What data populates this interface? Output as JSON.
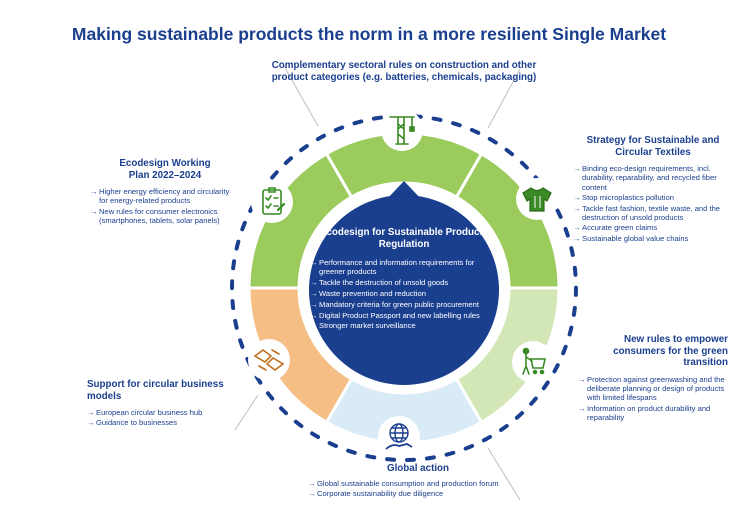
{
  "title": "Making sustainable products the norm in a more resilient Single Market",
  "colors": {
    "navy": "#1b3f8f",
    "green": "#9ccb5d",
    "light_green": "#d2e6b6",
    "orange": "#f5be84",
    "light_blue": "#d8ebf7",
    "icon_bg": "#ffffff",
    "icon_fg": "#3a8a25"
  },
  "center": {
    "heading": "Ecodesign for Sustainable Products Regulation",
    "items": [
      "Performance and information requirements for greener products",
      "Tackle the destruction of unsold goods",
      "Waste prevention and reduction",
      "Mandatory criteria for green public procurement",
      "Digital Product Passport and new labelling rules",
      "Stronger market surveillance"
    ]
  },
  "sections": {
    "top": {
      "heading": "Complementary sectoral rules on construction and other product categories (e.g. batteries, chemicals, packaging)",
      "icon": "construction-crane-icon"
    },
    "top_right": {
      "heading": "Strategy for Sustainable and Circular Textiles",
      "icon": "t-shirt-icon",
      "items": [
        "Binding eco-design requirements, incl. durability, reparability, and recycled fiber content",
        "Stop microplastics pollution",
        "Tackle fast fashion, textile waste, and the destruction of unsold products",
        "Accurate green claims",
        "Sustainable global value chains"
      ]
    },
    "top_left": {
      "heading": "Ecodesign Working Plan 2022–2024",
      "icon": "checklist-icon",
      "items": [
        "Higher energy efficiency and circularity for energy-related products",
        "New rules for consumer electronics (smartphones, tablets, solar panels)"
      ]
    },
    "bottom_right": {
      "heading": "New rules to empower consumers for the green transition",
      "icon": "shopping-cart-person-icon",
      "items": [
        "Protection against greenwashing and the deliberate planning or design of products with limited lifespans",
        "Information on product durability and reparability"
      ]
    },
    "bottom_left": {
      "heading": "Support for circular business models",
      "icon": "handshake-icon",
      "items": [
        "European circular business hub",
        "Guidance to businesses"
      ]
    },
    "bottom": {
      "heading": "Global action",
      "icon": "globe-hand-icon",
      "items": [
        "Global sustainable consumption and production forum",
        "Corporate sustainability due diligence"
      ]
    }
  }
}
